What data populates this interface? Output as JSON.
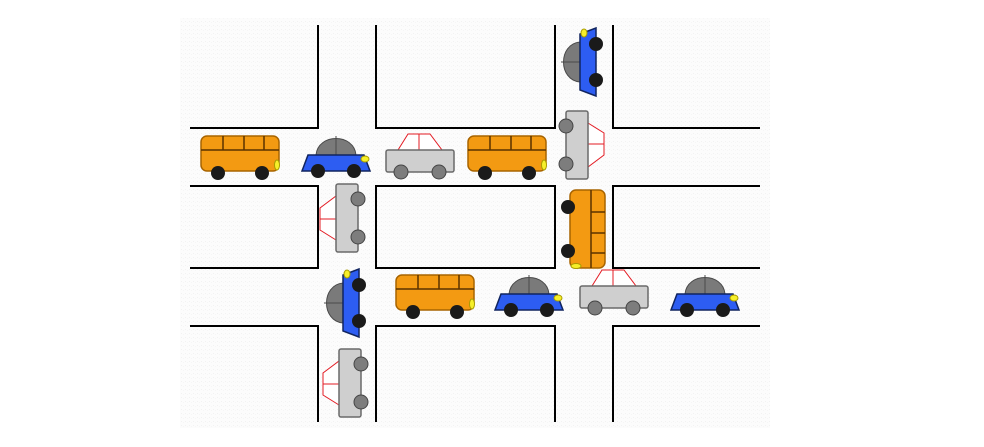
{
  "game": {
    "title": "",
    "colors": {
      "background": "#ffffff",
      "road_fill": "#fcfcfc",
      "road_edge": "#000000",
      "bus_body": "#f39a12",
      "bus_outline": "#a86400",
      "blue_car_body": "#2d5df2",
      "blue_car_roof": "#7a7a7a",
      "grey_car_body": "#cfcfcf",
      "grey_car_cabin_line": "#e31b23",
      "wheel_dark": "#1a1a1a",
      "wheel_grey": "#7d7d7d",
      "headlight": "#f6ef2a"
    },
    "vehicles": [
      {
        "id": "bus-1",
        "kind": "bus",
        "color": "orange",
        "heading": "left",
        "lane": "upper-road"
      },
      {
        "id": "car-1",
        "kind": "car",
        "color": "blue",
        "heading": "right",
        "lane": "upper-road"
      },
      {
        "id": "car-2",
        "kind": "car",
        "color": "grey",
        "heading": "right",
        "lane": "upper-road"
      },
      {
        "id": "bus-2",
        "kind": "bus",
        "color": "orange",
        "heading": "right",
        "lane": "upper-road"
      },
      {
        "id": "car-3",
        "kind": "car",
        "color": "blue",
        "heading": "up",
        "lane": "right-vertical-road"
      },
      {
        "id": "car-4",
        "kind": "car",
        "color": "grey",
        "heading": "up",
        "lane": "right-vertical-road"
      },
      {
        "id": "bus-3",
        "kind": "bus",
        "color": "orange",
        "heading": "down",
        "lane": "right-vertical-road"
      },
      {
        "id": "car-5",
        "kind": "car",
        "color": "grey",
        "heading": "down",
        "lane": "left-vertical-road"
      },
      {
        "id": "car-6",
        "kind": "car",
        "color": "blue",
        "heading": "down",
        "lane": "left-vertical-road"
      },
      {
        "id": "car-7",
        "kind": "car",
        "color": "grey",
        "heading": "down",
        "lane": "left-vertical-road"
      },
      {
        "id": "bus-4",
        "kind": "bus",
        "color": "orange",
        "heading": "right",
        "lane": "lower-road"
      },
      {
        "id": "car-8",
        "kind": "car",
        "color": "blue",
        "heading": "right",
        "lane": "lower-road"
      },
      {
        "id": "car-9",
        "kind": "car",
        "color": "grey",
        "heading": "right",
        "lane": "lower-road"
      },
      {
        "id": "car-10",
        "kind": "car",
        "color": "blue",
        "heading": "left",
        "lane": "lower-road"
      }
    ]
  }
}
